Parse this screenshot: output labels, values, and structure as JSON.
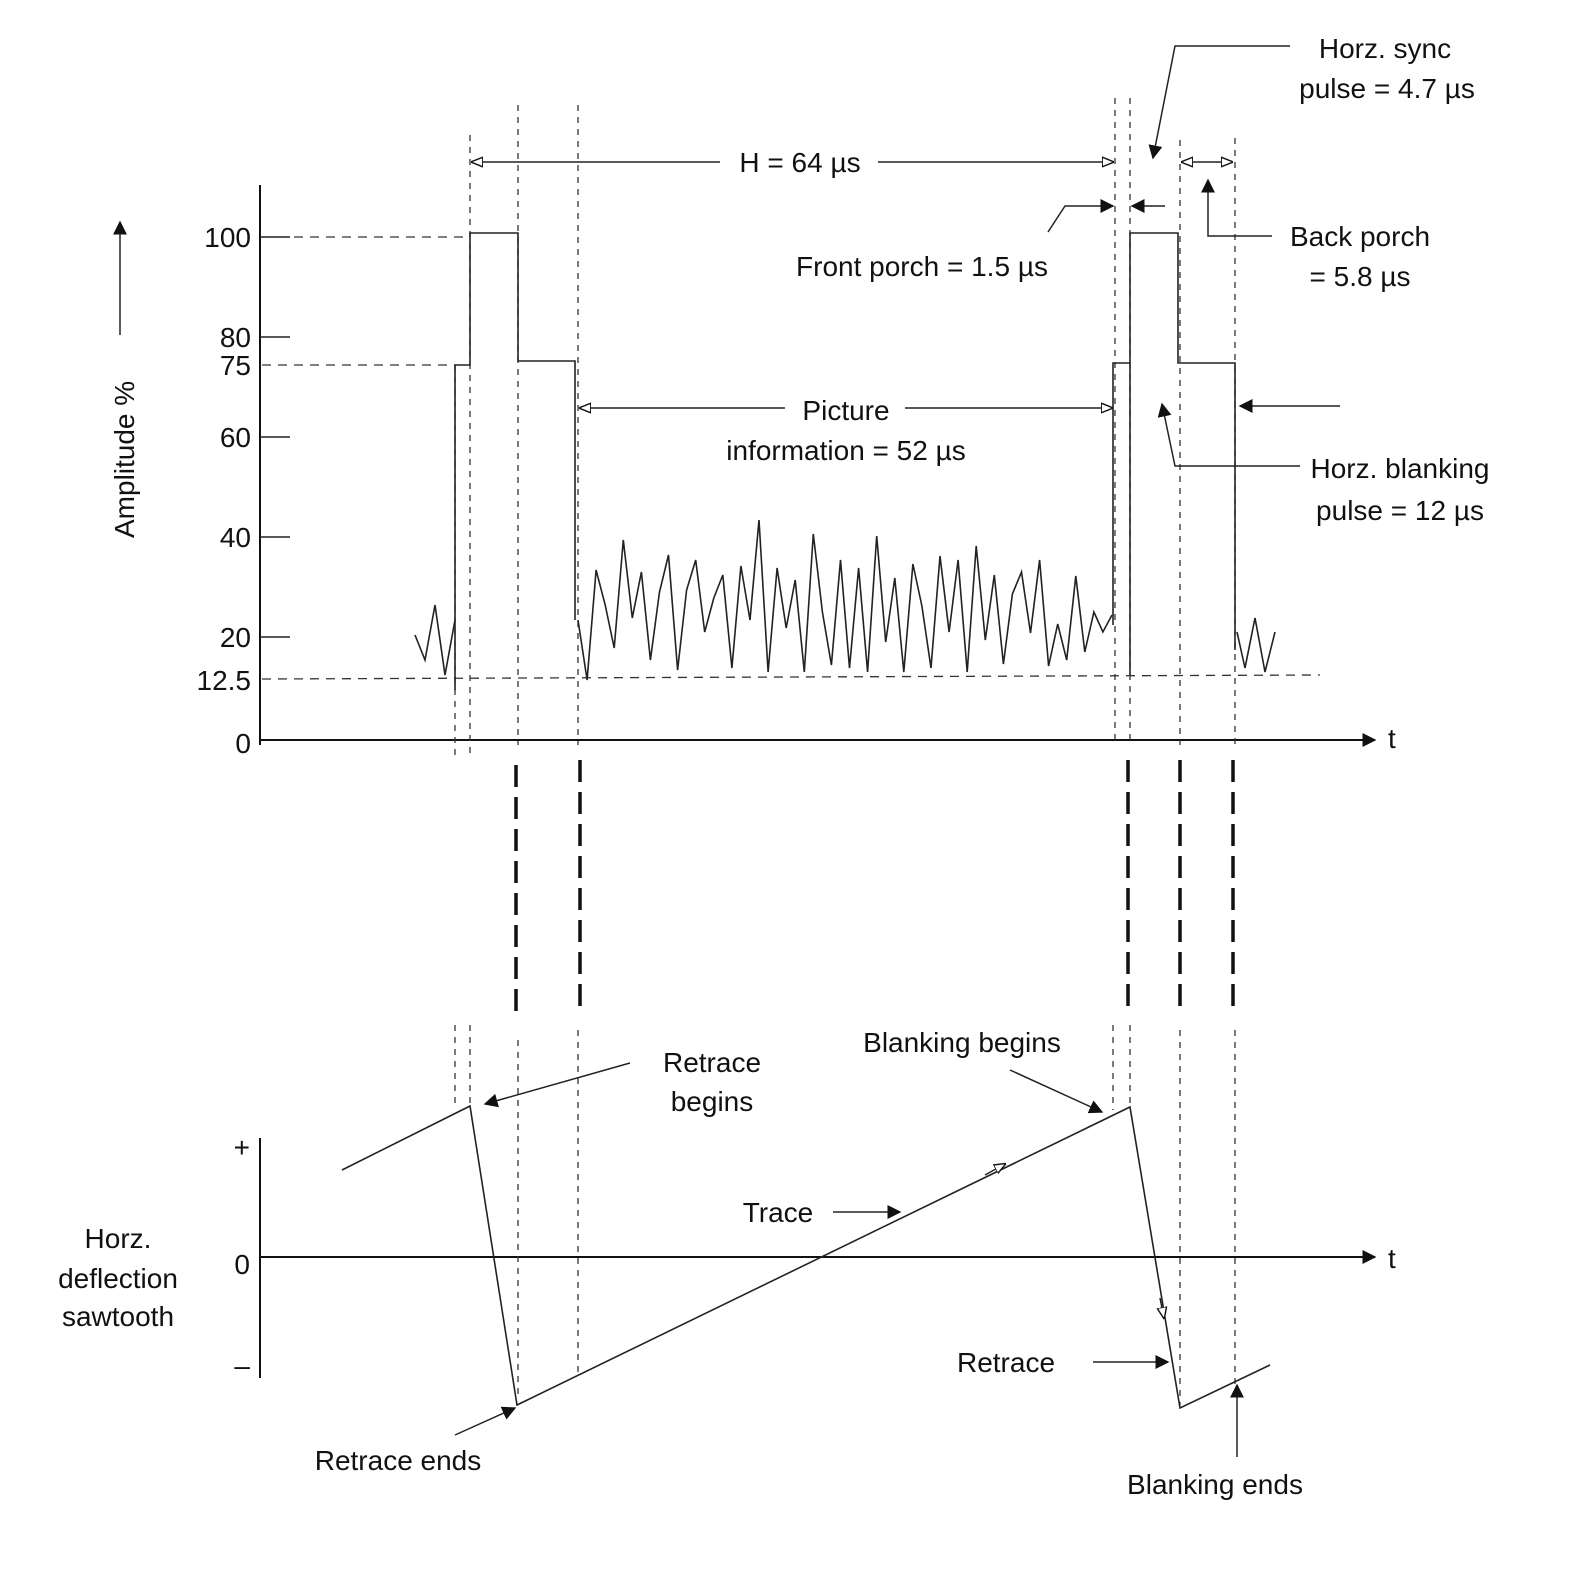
{
  "colors": {
    "ink": "#111111",
    "background": "#ffffff"
  },
  "top_axis": {
    "ylabel": "Amplitude %",
    "ticks": [
      "100",
      "80",
      "75",
      "60",
      "40",
      "20",
      "12.5",
      "0"
    ],
    "t_label": "t"
  },
  "bottom_axis": {
    "ylabel_lines": [
      "Horz.",
      "deflection",
      "sawtooth"
    ],
    "ticks": [
      "+",
      "0",
      "–"
    ],
    "t_label": "t"
  },
  "annotations": {
    "h_period": "H = 64 µs",
    "sync_line1": "Horz. sync",
    "sync_line2": "pulse = 4.7 µs",
    "front_porch": "Front porch = 1.5 µs",
    "back_porch_line1": "Back porch",
    "back_porch_line2": "= 5.8 µs",
    "picture_line1": "Picture",
    "picture_line2": "information = 52 µs",
    "blanking_line1": "Horz. blanking",
    "blanking_line2": "pulse = 12 µs",
    "retrace_begins_line1": "Retrace",
    "retrace_begins_line2": "begins",
    "blanking_begins": "Blanking begins",
    "trace": "Trace",
    "retrace": "Retrace",
    "retrace_ends": "Retrace ends",
    "blanking_ends": "Blanking ends"
  }
}
